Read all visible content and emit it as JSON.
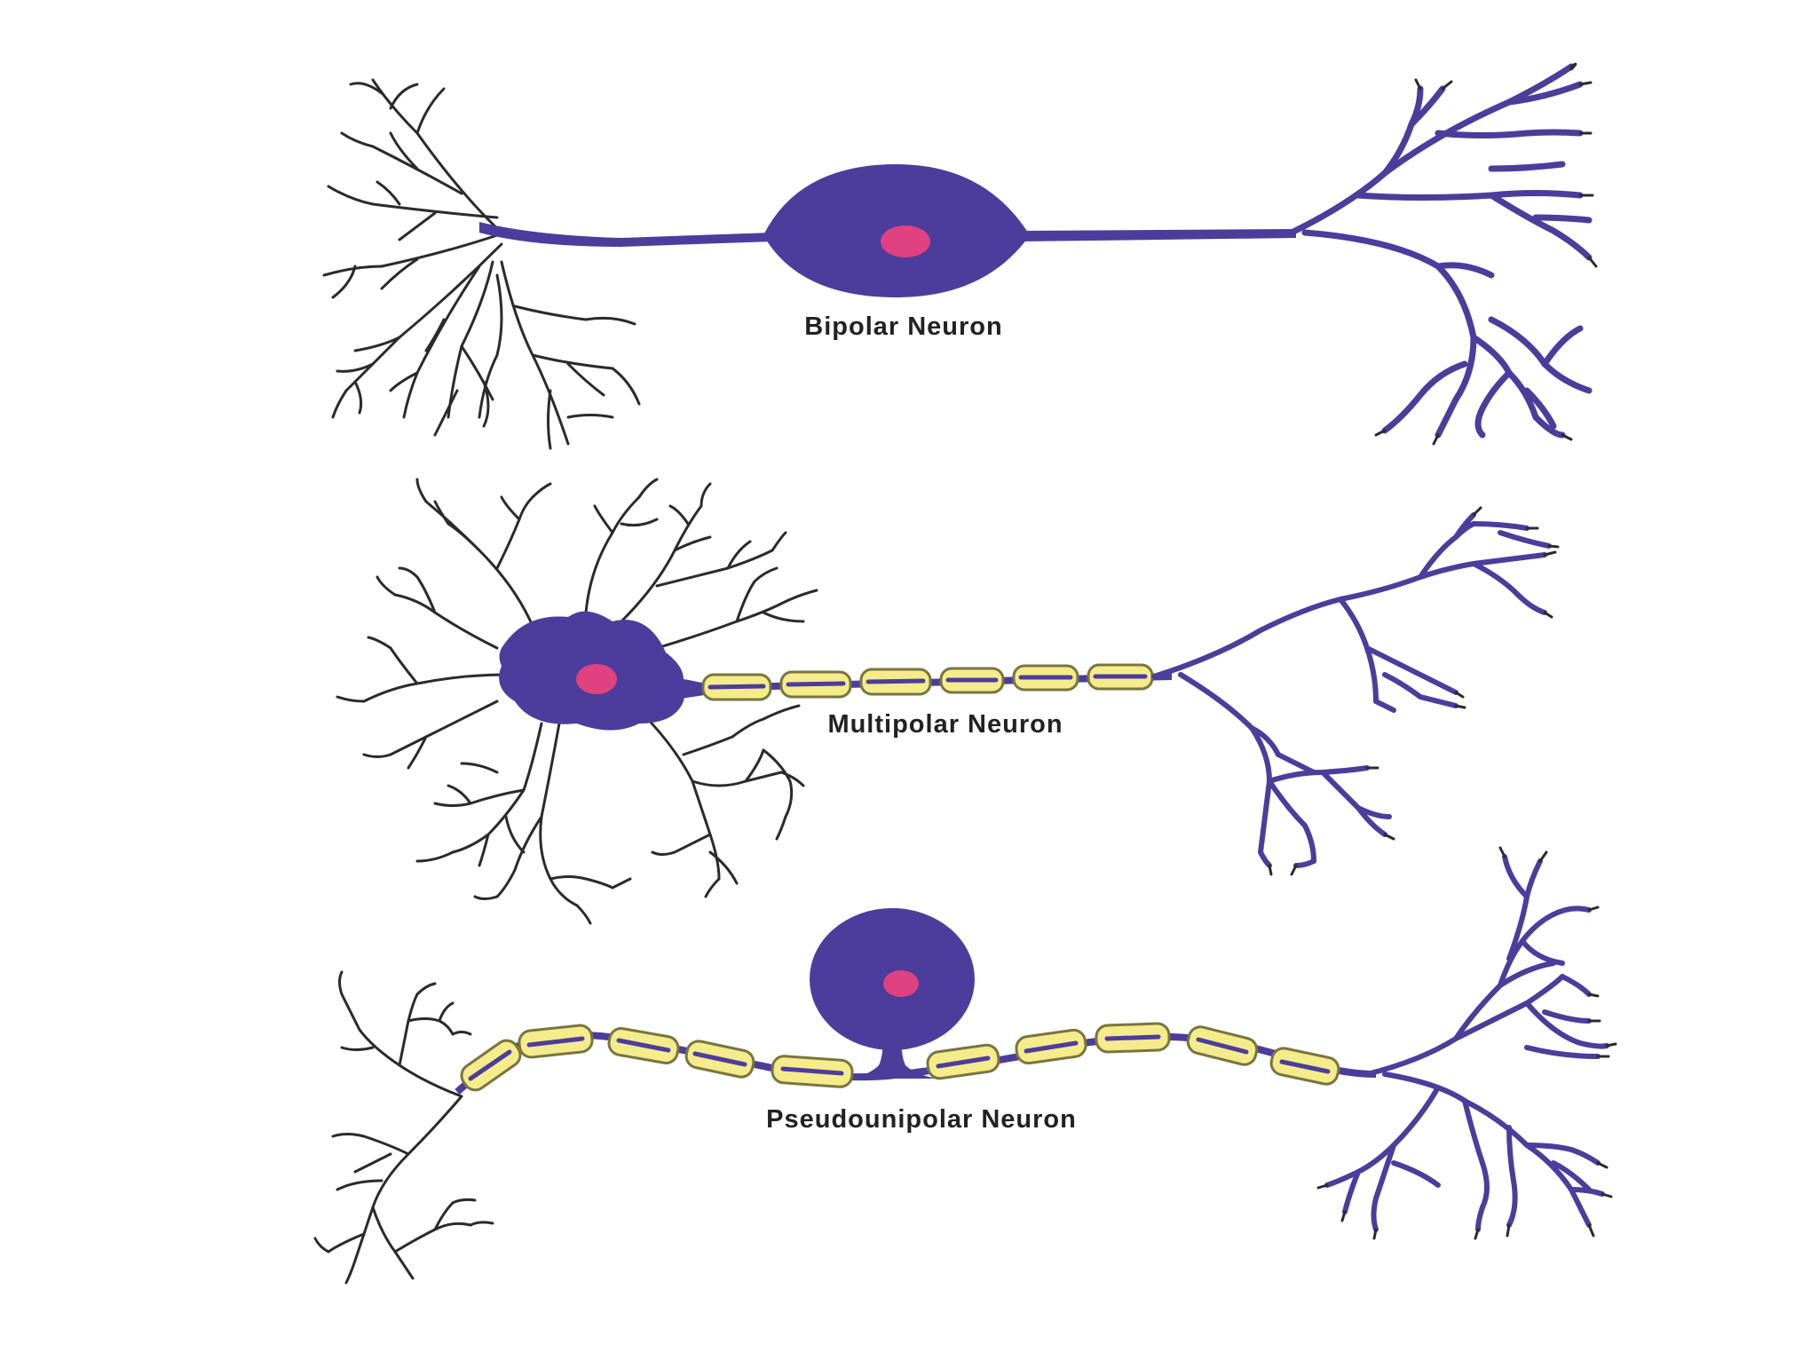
{
  "diagram": {
    "labels": {
      "bipolar": "Bipolar Neuron",
      "multipolar": "Multipolar Neuron",
      "pseudounipolar": "Pseudounipolar Neuron"
    },
    "colors": {
      "background": "#ffffff",
      "cell_body": "#4c3d9c",
      "nucleus": "#e0417f",
      "dendrite": "#2b2b2b",
      "axon_terminal": "#4c3d9c",
      "myelin_fill": "#f4ec8a",
      "myelin_edge": "#7a7440",
      "label_text": "#222222"
    }
  }
}
